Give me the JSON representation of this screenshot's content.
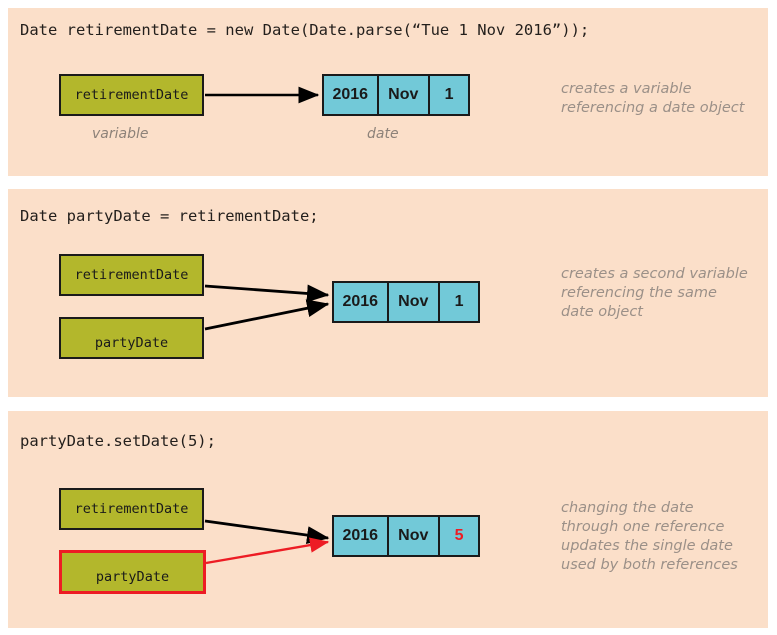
{
  "figure": {
    "title": "Java object reference diagram",
    "background_color": "#fbdfc9",
    "variable_box_color": "#b3b72c",
    "date_box_color": "#72c9d8",
    "highlight_color": "#ed1c24",
    "caption_color": "#8d8279"
  },
  "panels": [
    {
      "code": "Date retirementDate = new Date(Date.parse(“Tue 1 Nov 2016”));",
      "variables": [
        {
          "label": "retirementDate",
          "caption": "variable",
          "highlighted": false
        }
      ],
      "date_object": {
        "caption": "date",
        "cells": [
          {
            "value": "2016",
            "highlighted": false
          },
          {
            "value": "Nov",
            "highlighted": false
          },
          {
            "value": "1",
            "highlighted": false
          }
        ]
      },
      "annotation": "creates a variable\nreferencing a date object",
      "arrows": [
        {
          "from": "retirementDate",
          "to": "date",
          "color": "#000000"
        }
      ]
    },
    {
      "code": "Date partyDate = retirementDate;",
      "variables": [
        {
          "label": "retirementDate",
          "caption": "",
          "highlighted": false
        },
        {
          "label": "partyDate",
          "caption": "",
          "highlighted": false
        }
      ],
      "date_object": {
        "caption": "",
        "cells": [
          {
            "value": "2016",
            "highlighted": false
          },
          {
            "value": "Nov",
            "highlighted": false
          },
          {
            "value": "1",
            "highlighted": false
          }
        ]
      },
      "annotation": "creates a second variable\nreferencing the same\ndate object",
      "arrows": [
        {
          "from": "retirementDate",
          "to": "date",
          "color": "#000000"
        },
        {
          "from": "partyDate",
          "to": "date",
          "color": "#000000"
        }
      ]
    },
    {
      "code": "partyDate.setDate(5);",
      "variables": [
        {
          "label": "retirementDate",
          "caption": "",
          "highlighted": false
        },
        {
          "label": "partyDate",
          "caption": "",
          "highlighted": true
        }
      ],
      "date_object": {
        "caption": "",
        "cells": [
          {
            "value": "2016",
            "highlighted": false
          },
          {
            "value": "Nov",
            "highlighted": false
          },
          {
            "value": "5",
            "highlighted": true
          }
        ]
      },
      "annotation": "changing the date\nthrough one reference\nupdates the single date\nused by both references",
      "arrows": [
        {
          "from": "retirementDate",
          "to": "date",
          "color": "#000000"
        },
        {
          "from": "partyDate",
          "to": "date",
          "color": "#ed1c24"
        }
      ]
    }
  ]
}
